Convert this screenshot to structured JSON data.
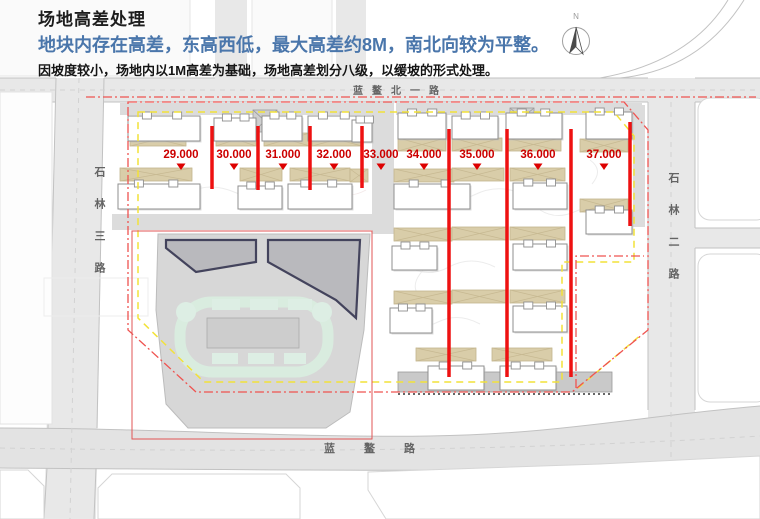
{
  "header": {
    "title": "场地高差处理",
    "subtitle": "地块内存在高差，东高西低，最大高差约8M，南北向较为平整。",
    "description": "因坡度较小，场地内以1M高差为基础，场地高差划分八级，以缓坡的形式处理。"
  },
  "map": {
    "roads": {
      "north": "蓝鳌北一路",
      "west": "石林三路",
      "east": "石林二路",
      "south": "蓝鳌路"
    },
    "compass_label": "N",
    "elevation_labels": [
      "29.000",
      "30.000",
      "31.000",
      "32.000",
      "33.000",
      "34.000",
      "35.000",
      "36.000",
      "37.000"
    ]
  },
  "colors": {
    "subtitle_blue": "#4a76ab",
    "elevation_red": "#cc0000",
    "section_line_red": "#ee1111",
    "boundary_red": "#ef5350",
    "boundary_yellow": "#f2e239",
    "garage_tan": "#d9cda9",
    "road_gray": "#e8e8e8"
  }
}
